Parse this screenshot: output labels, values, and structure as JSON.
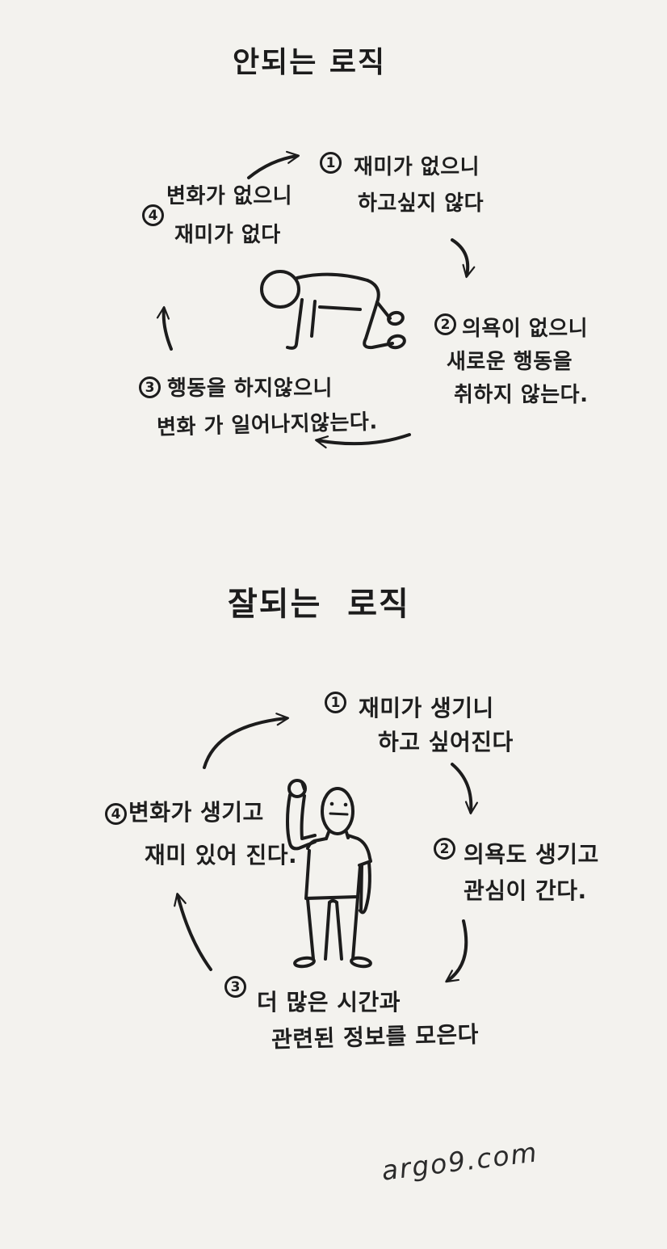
{
  "page": {
    "background_color": "#f3f2ee",
    "ink_color": "#1c1c1c",
    "watermark": "argo9.com"
  },
  "bad": {
    "title": "안되는 로직",
    "figure_icon": "person-collapsed-on-all-fours",
    "steps": [
      {
        "num": "1",
        "lines": [
          "재미가 없으니",
          "하고싶지 않다"
        ]
      },
      {
        "num": "2",
        "lines": [
          "의욕이 없으니",
          "새로운 행동을",
          "취하지 않는다."
        ]
      },
      {
        "num": "3",
        "lines": [
          "행동을 하지않으니",
          "변화 가 일어나지않는다."
        ]
      },
      {
        "num": "4",
        "lines": [
          "변화가 없으니",
          "재미가 없다"
        ]
      }
    ]
  },
  "good": {
    "title": "잘되는  로직",
    "figure_icon": "person-standing-with-raised-fist",
    "steps": [
      {
        "num": "1",
        "lines": [
          "재미가 생기니",
          "하고 싶어진다"
        ]
      },
      {
        "num": "2",
        "lines": [
          "의욕도 생기고",
          "관심이 간다."
        ]
      },
      {
        "num": "3",
        "lines": [
          "더 많은 시간과",
          "관련된 정보를 모은다"
        ]
      },
      {
        "num": "4",
        "lines": [
          "변화가 생기고",
          "재미 있어 진다."
        ]
      }
    ]
  }
}
